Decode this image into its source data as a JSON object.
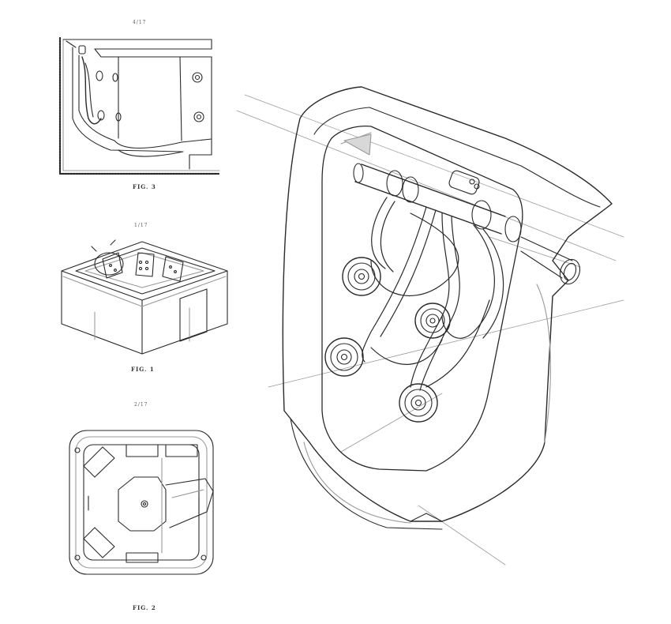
{
  "sheets": [
    {
      "sheet_label": "4/17",
      "fig_label": "FIG. 3"
    },
    {
      "sheet_label": "1/17",
      "fig_label": "FIG. 1"
    },
    {
      "sheet_label": "2/17",
      "fig_label": "FIG. 2"
    }
  ],
  "colors": {
    "line": "#2a2a2a",
    "light": "#9a9a9a",
    "shade": "#d8d8d8"
  }
}
